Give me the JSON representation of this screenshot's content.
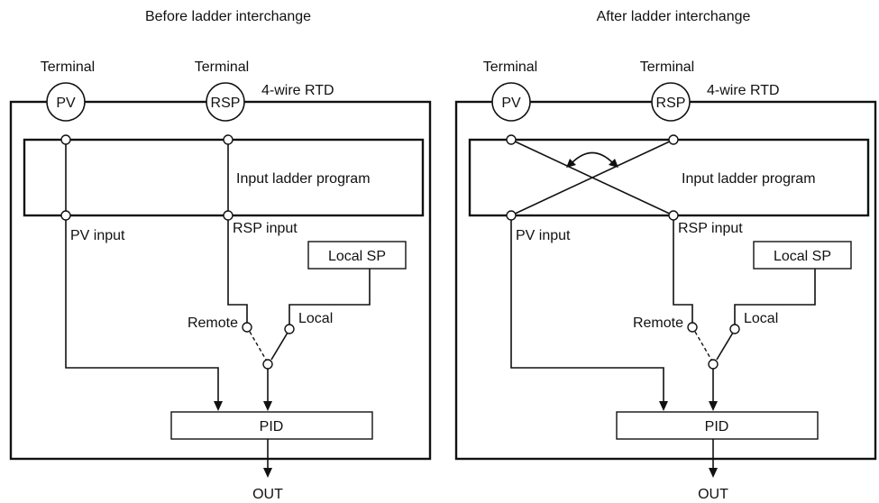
{
  "panels": [
    {
      "title": "Before ladder interchange",
      "terminal_pv_label": "Terminal",
      "terminal_rsp_label": "Terminal",
      "pv_circle": "PV",
      "rsp_circle": "RSP",
      "rtd_label": "4-wire RTD",
      "ladder_label": "Input ladder program",
      "pv_input": "PV input",
      "rsp_input": "RSP input",
      "local_sp": "Local SP",
      "remote": "Remote",
      "local": "Local",
      "pid": "PID",
      "out": "OUT",
      "crossed": false
    },
    {
      "title": "After ladder interchange",
      "terminal_pv_label": "Terminal",
      "terminal_rsp_label": "Terminal",
      "pv_circle": "PV",
      "rsp_circle": "RSP",
      "rtd_label": "4-wire RTD",
      "ladder_label": "Input ladder program",
      "pv_input": "PV input",
      "rsp_input": "RSP input",
      "local_sp": "Local SP",
      "remote": "Remote",
      "local": "Local",
      "pid": "PID",
      "out": "OUT",
      "crossed": true
    }
  ]
}
